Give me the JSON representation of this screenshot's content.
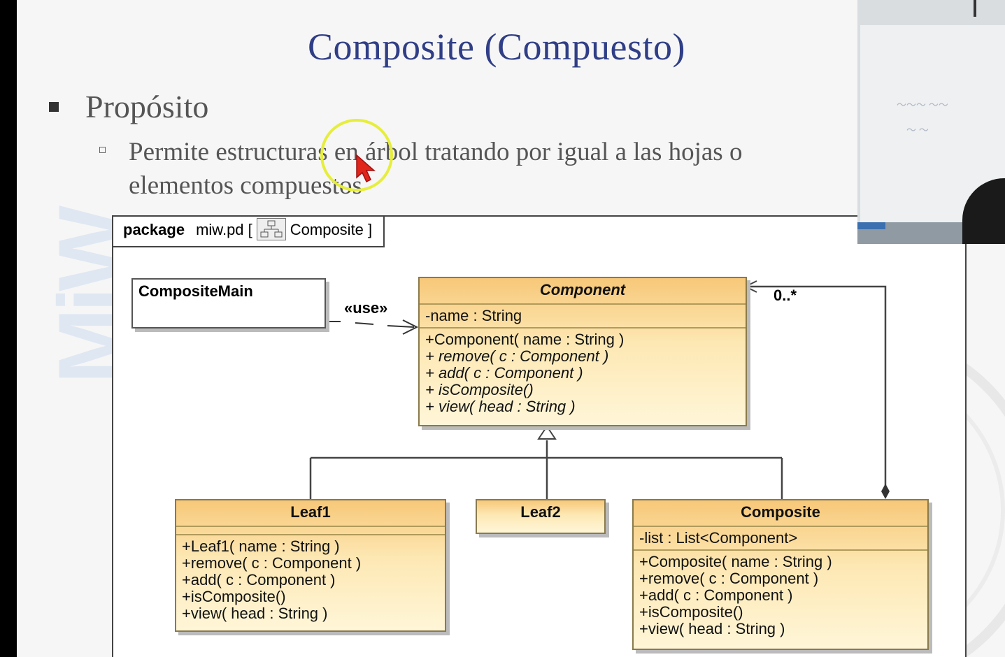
{
  "slide": {
    "title": "Composite (Compuesto)",
    "bullet": "Propósito",
    "sub_line1": "Permite estructuras en árbol tratando por igual a las hojas o",
    "sub_line2": "elementos compuestos",
    "watermark_text": "MiW"
  },
  "diagram": {
    "package_keyword": "package",
    "package_name": "miw.pd [",
    "package_diagram": "Composite",
    "package_close": "]",
    "use_label": "«use»",
    "multiplicity": "0..*",
    "classes": {
      "main": {
        "name": "CompositeMain"
      },
      "component": {
        "name": "Component",
        "attributes": [
          "-name : String"
        ],
        "operations": [
          "+Component( name : String )",
          "+ remove( c : Component )",
          "+ add( c : Component )",
          "+ isComposite()",
          "+ view( head : String )"
        ]
      },
      "leaf1": {
        "name": "Leaf1",
        "operations": [
          "+Leaf1( name : String )",
          "+remove( c : Component )",
          "+add( c : Component )",
          "+isComposite()",
          "+view( head : String )"
        ]
      },
      "leaf2": {
        "name": "Leaf2"
      },
      "composite": {
        "name": "Composite",
        "attributes": [
          "-list : List<Component>"
        ],
        "operations": [
          "+Composite( name : String )",
          "+remove( c : Component )",
          "+add( c : Component )",
          "+isComposite()",
          "+view( head : String )"
        ]
      }
    }
  },
  "colors": {
    "title": "#2f3e86",
    "class_fill": "#fde8b4",
    "cursor_ring": "#e6ee3b",
    "cursor_arrow": "#e0251b"
  },
  "icons": {
    "cursor": "pointer-arrow-icon",
    "package_icon": "class-diagram-icon"
  }
}
